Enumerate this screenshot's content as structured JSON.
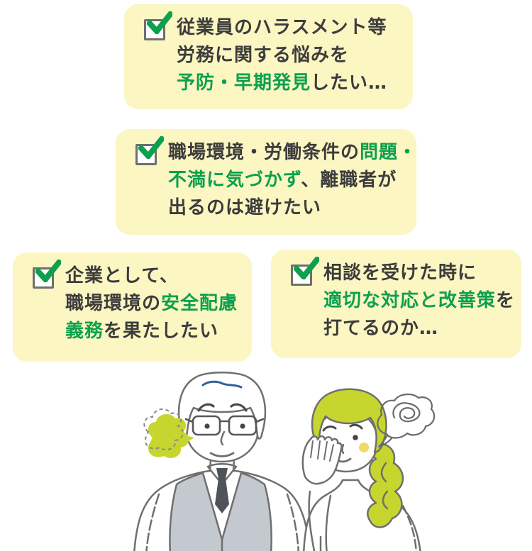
{
  "colors": {
    "card_background": "#FBF6C2",
    "accent_green": "#0DA04E",
    "text_dark": "#3C3C3C",
    "checkbox_border": "#6F6F6F",
    "sketch_line": "#6F6F6F",
    "vest_gray": "#C4C9CF",
    "tie_gray": "#4E545A",
    "chartreuse": "#C6D62E",
    "hair_accent_blue": "#2F5F9E",
    "blush_peach": "#F2BE83",
    "blush_yellow": "#EFDB6A"
  },
  "checklist": [
    {
      "name": "concern-harassment",
      "lines": [
        [
          {
            "t": "従業員のハラスメント等",
            "c": "dark"
          }
        ],
        [
          {
            "t": "労務に関する悩みを",
            "c": "dark"
          }
        ],
        [
          {
            "t": "予防・早期発見",
            "c": "green"
          },
          {
            "t": "したい…",
            "c": "dark"
          }
        ]
      ]
    },
    {
      "name": "concern-turnover",
      "lines": [
        [
          {
            "t": "職場環境・労働条件の",
            "c": "dark"
          },
          {
            "t": "問題・",
            "c": "green"
          }
        ],
        [
          {
            "t": "不満に気づかず",
            "c": "green"
          },
          {
            "t": "、離職者が",
            "c": "dark"
          }
        ],
        [
          {
            "t": "出るのは避けたい",
            "c": "dark"
          }
        ]
      ]
    },
    {
      "name": "concern-safety-duty",
      "lines": [
        [
          {
            "t": "企業として、",
            "c": "dark"
          }
        ],
        [
          {
            "t": "職場環境の",
            "c": "dark"
          },
          {
            "t": "安全配慮",
            "c": "green"
          }
        ],
        [
          {
            "t": "義務",
            "c": "green"
          },
          {
            "t": "を果たしたい",
            "c": "dark"
          }
        ]
      ]
    },
    {
      "name": "concern-response",
      "lines": [
        [
          {
            "t": "相談を受けた時に",
            "c": "dark"
          }
        ],
        [
          {
            "t": "適切な対応と改善策",
            "c": "green"
          },
          {
            "t": "を",
            "c": "dark"
          }
        ],
        [
          {
            "t": "打てるのか…",
            "c": "dark"
          }
        ]
      ]
    }
  ],
  "illustration": {
    "alt": "悩む男性と女性のイラスト"
  }
}
